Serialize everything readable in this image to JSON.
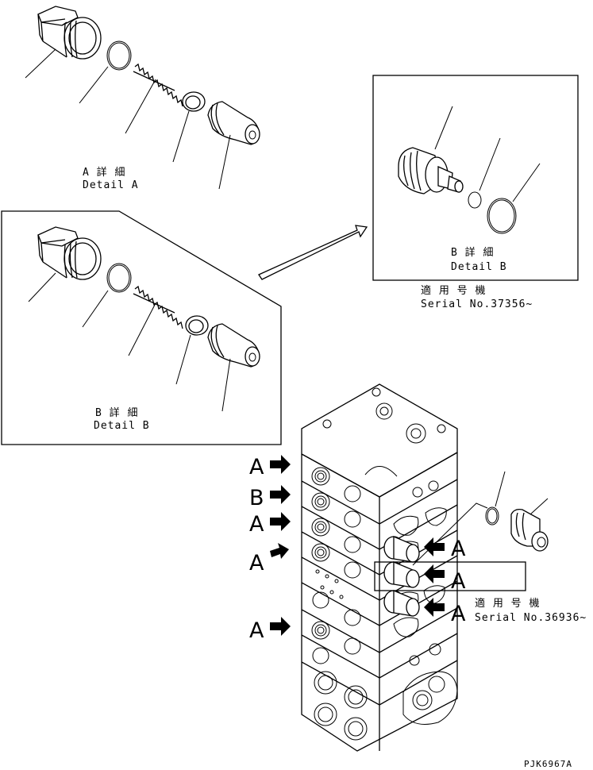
{
  "detail_a_top": {
    "jp": "A 詳 細",
    "en": "Detail A"
  },
  "detail_b_box": {
    "jp": "B 詳 細",
    "en": "Detail B"
  },
  "detail_b_inset": {
    "jp": "B 詳 細",
    "en": "Detail B"
  },
  "applicable_37356": {
    "jp": "適 用 号 機",
    "en": "Serial No.37356~"
  },
  "applicable_36936": {
    "jp": "適 用 号 機",
    "en": "Serial No.36936~"
  },
  "left_arrows": [
    "A",
    "B",
    "A",
    "A",
    "A"
  ],
  "right_arrows": [
    "A",
    "A",
    "A"
  ],
  "drawing_code": "PJK6967A"
}
